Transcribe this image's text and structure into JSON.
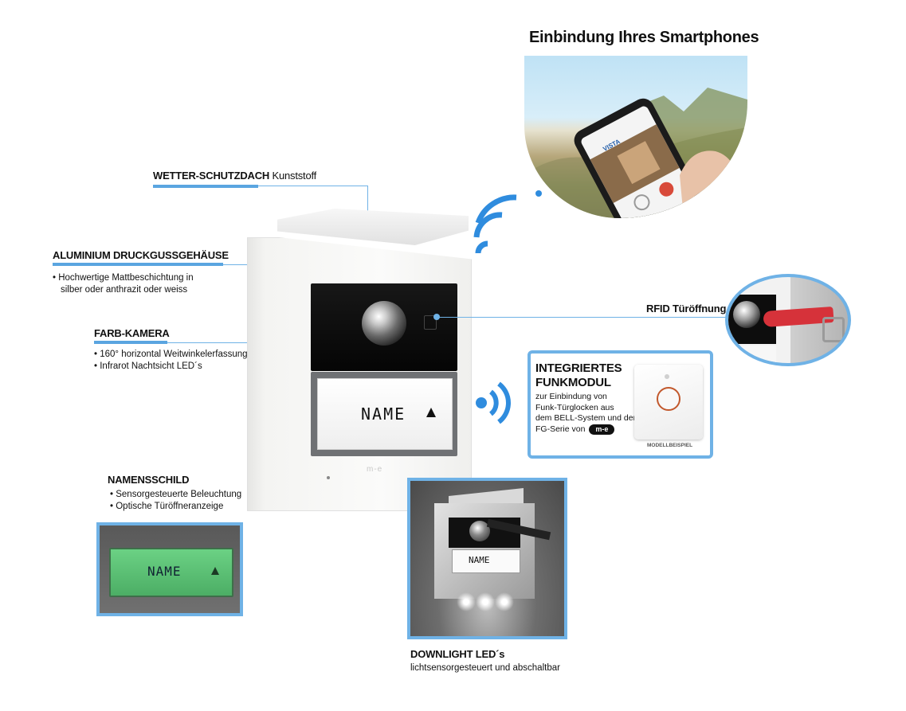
{
  "heading_smartphone": "Einbindung Ihres Smartphones",
  "wetter": {
    "title": "WETTER-SCHUTZDACH",
    "suffix": "Kunststoff"
  },
  "aluminium": {
    "title": "ALUMINIUM DRUCKGUSSGEHÄUSE",
    "bullet_lines": [
      "Hochwertige Mattbeschichtung in",
      "silber oder anthrazit oder weiss"
    ]
  },
  "kamera": {
    "title": "FARB-KAMERA",
    "bullets": [
      "160° horizontal Weitwinkelerfassung",
      "Infrarot Nachtsicht LED´s"
    ]
  },
  "rfid": {
    "title": "RFID Türöffnung"
  },
  "funkmodul": {
    "title_line1": "INTEGRIERTES",
    "title_line2": "FUNKMODUL",
    "desc_lines": [
      "zur Einbindung von",
      "Funk-Türglocken aus",
      "dem BELL-System und der"
    ],
    "desc_last": "FG-Serie von",
    "brand_logo": "m-e",
    "device_caption": "MODELLBEISPIEL"
  },
  "namensschild": {
    "title": "NAMENSSCHILD",
    "bullets": [
      "Sensorgesteuerte Beleuchtung",
      "Optische Türöffneranzeige"
    ]
  },
  "downlight": {
    "title": "DOWNLIGHT LED´s",
    "desc": "lichtsensorgesteuert und abschaltbar"
  },
  "device": {
    "name_label": "NAME",
    "brand": "m-e",
    "bell_icon": "bell-icon"
  },
  "phone": {
    "app_name": "VISTA"
  },
  "colors": {
    "accent": "#5aa5e0",
    "wifi": "#2f8cde",
    "green_plate": "#5fc27a"
  }
}
